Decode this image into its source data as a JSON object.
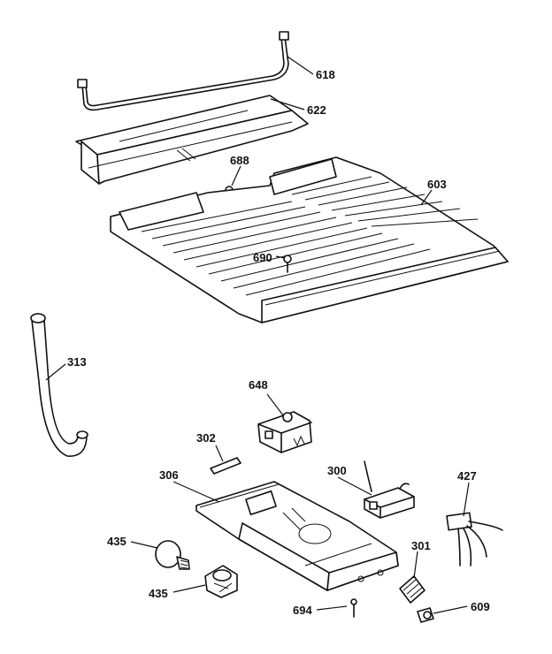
{
  "callouts": {
    "c618": "618",
    "c622": "622",
    "c688": "688",
    "c603": "603",
    "c690": "690",
    "c313": "313",
    "c648": "648",
    "c302": "302",
    "c306": "306",
    "c300": "300",
    "c427": "427",
    "c435a": "435",
    "c301": "301",
    "c435b": "435",
    "c694": "694",
    "c609": "609"
  }
}
